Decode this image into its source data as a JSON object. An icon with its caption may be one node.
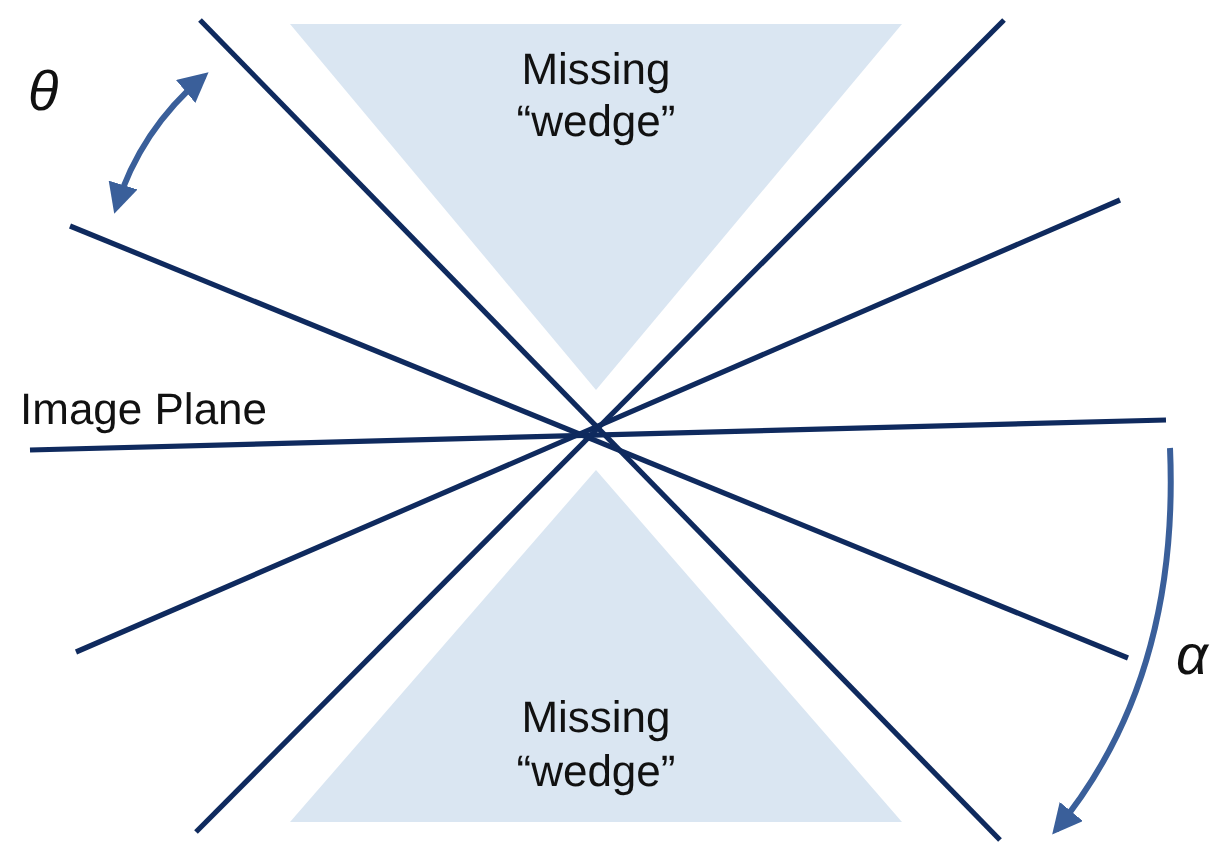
{
  "diagram": {
    "nodes": [
      {
        "text": [
          "Missing “wedge”"
        ]
      },
      {
        "text": [
          "Missing “wedge”"
        ]
      }
    ],
    "labels": [
      "θ",
      "Image Plane",
      "α"
    ]
  }
}
